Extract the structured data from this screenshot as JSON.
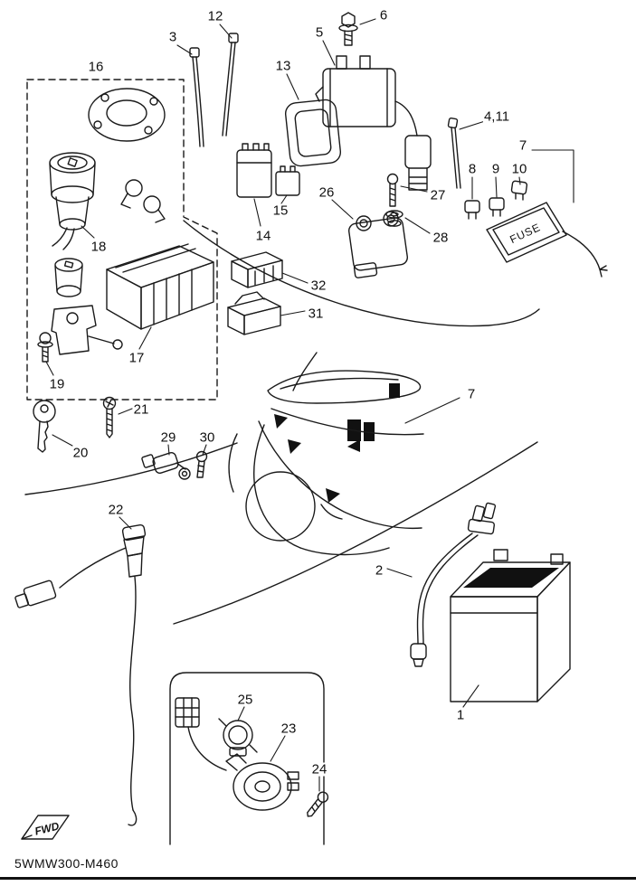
{
  "page": {
    "part_code": "5WMW300-M460",
    "fwd_label": "FWD",
    "fuse_label": "FUSE",
    "ink_color": "#1a1a1a",
    "background_color": "#ffffff"
  },
  "callouts": [
    {
      "label": "6"
    },
    {
      "label": "12"
    },
    {
      "label": "3"
    },
    {
      "label": "5"
    },
    {
      "label": "13"
    },
    {
      "label": "16"
    },
    {
      "label": "4,11"
    },
    {
      "label": "7"
    },
    {
      "label": "8"
    },
    {
      "label": "9"
    },
    {
      "label": "10"
    },
    {
      "label": "26"
    },
    {
      "label": "27"
    },
    {
      "label": "15"
    },
    {
      "label": "28"
    },
    {
      "label": "14"
    },
    {
      "label": "18"
    },
    {
      "label": "32"
    },
    {
      "label": "31"
    },
    {
      "label": "17"
    },
    {
      "label": "19"
    },
    {
      "label": "21"
    },
    {
      "label": "20"
    },
    {
      "label": "29"
    },
    {
      "label": "30"
    },
    {
      "label": "7"
    },
    {
      "label": "22"
    },
    {
      "label": "2"
    },
    {
      "label": "1"
    },
    {
      "label": "25"
    },
    {
      "label": "23"
    },
    {
      "label": "24"
    }
  ]
}
